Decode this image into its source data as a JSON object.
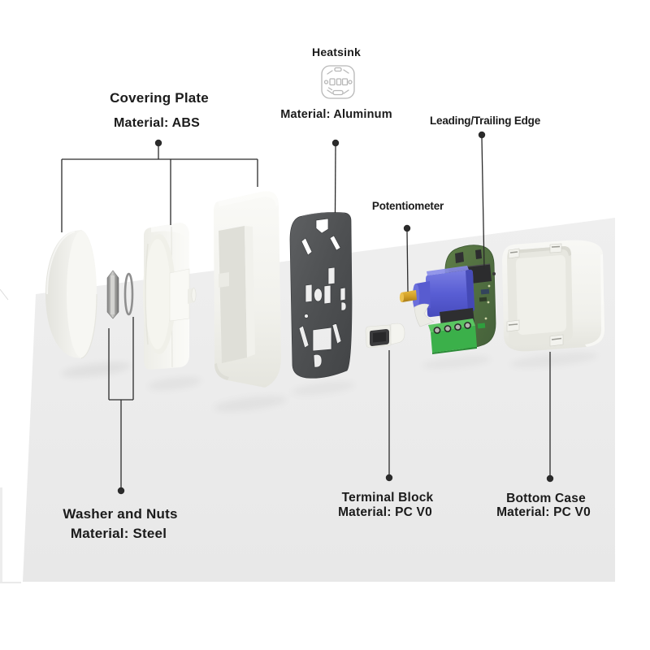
{
  "diagram": {
    "type": "exploded-view",
    "subject": "rotary dimmer switch components"
  },
  "labels": {
    "covering_plate": {
      "title": "Covering Plate",
      "material": "Material: ABS"
    },
    "heatsink": {
      "title": "Heatsink",
      "material": "Material: Aluminum"
    },
    "leading_trailing_edge": {
      "title": "Leading/Trailing Edge"
    },
    "potentiometer": {
      "title": "Potentiometer"
    },
    "washer_nuts": {
      "title": "Washer and Nuts",
      "material": "Material: Steel"
    },
    "terminal_block": {
      "title": "Terminal Block",
      "material": "Material: PC V0"
    },
    "bottom_case": {
      "title": "Bottom Case",
      "material": "Material: PC V0"
    }
  },
  "colors": {
    "text": "#1b1b1b",
    "leader_line": "#2b2b2b",
    "plane_gray": "#ebebeb",
    "plastic_white": "#f5f5f1",
    "heatsink_gray": "#505254",
    "pcb_green": "#55753f",
    "potentiometer_blue": "#5a5ed6",
    "shaft_gold": "#d9a62b",
    "terminal_green": "#3bb04a"
  }
}
